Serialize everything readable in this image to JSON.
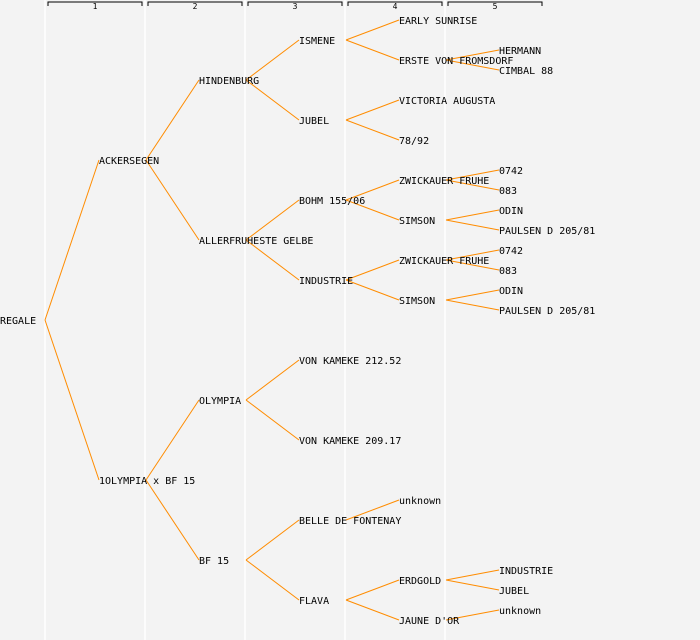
{
  "colors": {
    "line": "#ff8c00",
    "background": "#f3f3f3",
    "separator": "#ffffff",
    "text": "#000000"
  },
  "generation_headers": [
    "1",
    "2",
    "3",
    "4",
    "5"
  ],
  "pedigree": {
    "name": "REGALE",
    "children": [
      {
        "name": "ACKERSEGEN",
        "children": [
          {
            "name": "HINDENBURG",
            "children": [
              {
                "name": "ISMENE",
                "children": [
                  {
                    "name": "EARLY SUNRISE",
                    "children": []
                  },
                  {
                    "name": "ERSTE VON FROMSDORF",
                    "children": [
                      {
                        "name": "HERMANN",
                        "children": []
                      },
                      {
                        "name": "CIMBAL 88",
                        "children": []
                      }
                    ]
                  }
                ]
              },
              {
                "name": "JUBEL",
                "children": [
                  {
                    "name": "VICTORIA AUGUSTA",
                    "children": []
                  },
                  {
                    "name": "78/92",
                    "children": []
                  }
                ]
              }
            ]
          },
          {
            "name": "ALLERFRUHESTE GELBE",
            "children": [
              {
                "name": "BOHM 155/06",
                "children": [
                  {
                    "name": "ZWICKAUER FRUHE",
                    "children": [
                      {
                        "name": "0742",
                        "children": []
                      },
                      {
                        "name": "083",
                        "children": []
                      }
                    ]
                  },
                  {
                    "name": "SIMSON",
                    "children": [
                      {
                        "name": "ODIN",
                        "children": []
                      },
                      {
                        "name": "PAULSEN D 205/81",
                        "children": []
                      }
                    ]
                  }
                ]
              },
              {
                "name": "INDUSTRIE",
                "children": [
                  {
                    "name": "ZWICKAUER FRUHE",
                    "children": [
                      {
                        "name": "0742",
                        "children": []
                      },
                      {
                        "name": "083",
                        "children": []
                      }
                    ]
                  },
                  {
                    "name": "SIMSON",
                    "children": [
                      {
                        "name": "ODIN",
                        "children": []
                      },
                      {
                        "name": "PAULSEN D 205/81",
                        "children": []
                      }
                    ]
                  }
                ]
              }
            ]
          }
        ]
      },
      {
        "name": "1OLYMPIA x BF 15",
        "children": [
          {
            "name": "OLYMPIA",
            "children": [
              {
                "name": "VON KAMEKE 212.52",
                "children": []
              },
              {
                "name": "VON KAMEKE 209.17",
                "children": []
              }
            ]
          },
          {
            "name": "BF 15",
            "children": [
              {
                "name": "BELLE DE FONTENAY",
                "children": [
                  {
                    "name": "unknown",
                    "children": []
                  }
                ]
              },
              {
                "name": "FLAVA",
                "children": [
                  {
                    "name": "ERDGOLD",
                    "children": [
                      {
                        "name": "INDUSTRIE",
                        "children": []
                      },
                      {
                        "name": "JUBEL",
                        "children": []
                      }
                    ]
                  },
                  {
                    "name": "JAUNE D'OR",
                    "children": [
                      {
                        "name": "unknown",
                        "children": []
                      }
                    ]
                  }
                ]
              }
            ]
          }
        ]
      }
    ]
  }
}
